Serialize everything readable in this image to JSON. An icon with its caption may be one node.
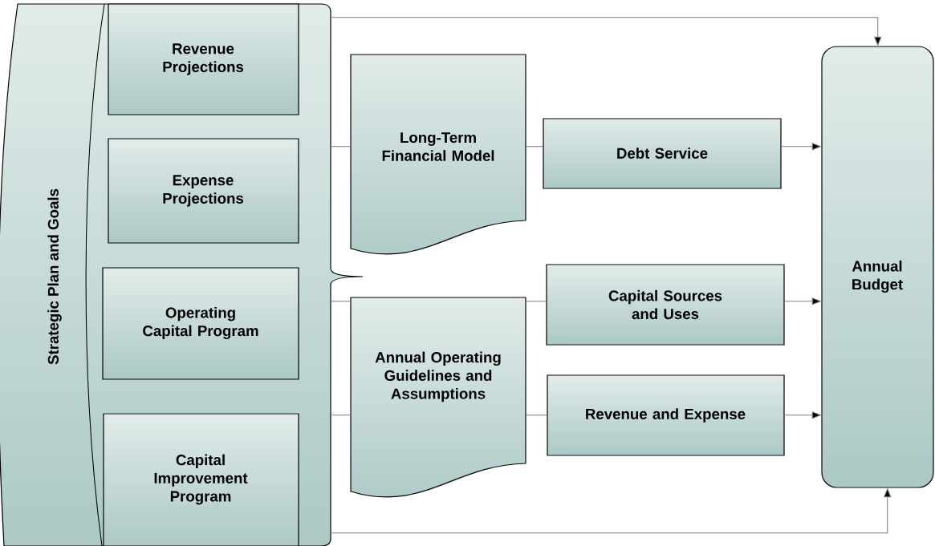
{
  "diagram": {
    "nodes": [
      {
        "text": [
          "Strategic Plan and Goals"
        ]
      },
      {
        "text": [
          "Revenue Projections"
        ],
        "in": 0
      },
      {
        "text": [
          "Expense Projections"
        ],
        "in": 0
      },
      {
        "text": [
          "Operating Capital Program"
        ],
        "in": 0
      },
      {
        "text": [
          "Capital Improvement Program"
        ],
        "in": 0
      },
      {
        "text": [
          "Long-Term Financial Model"
        ]
      },
      {
        "text": [
          "Annual Operating Guidelines and Assumptions"
        ]
      },
      {
        "text": [
          "Debt Service"
        ]
      },
      {
        "text": [
          "Capital Sources and Uses"
        ]
      },
      {
        "text": [
          "Revenue and Expense"
        ]
      },
      {
        "text": [
          "Annual Budget"
        ]
      }
    ],
    "edges": [
      {
        "from": 0,
        "to": 10,
        "arrow": "to"
      },
      {
        "from": 0,
        "to": 5,
        "arrow": "none"
      },
      {
        "from": 0,
        "to": 6,
        "arrow": "none"
      },
      {
        "from": 0,
        "to": 6,
        "arrow": "none"
      },
      {
        "from": 0,
        "to": 10,
        "arrow": "to"
      },
      {
        "from": 5,
        "to": 7,
        "arrow": "none"
      },
      {
        "from": 6,
        "to": 8,
        "arrow": "none"
      },
      {
        "from": 6,
        "to": 9,
        "arrow": "none"
      },
      {
        "from": 7,
        "to": 10,
        "arrow": "to"
      },
      {
        "from": 8,
        "to": 10,
        "arrow": "to"
      },
      {
        "from": 9,
        "to": 10,
        "arrow": "to"
      }
    ]
  }
}
